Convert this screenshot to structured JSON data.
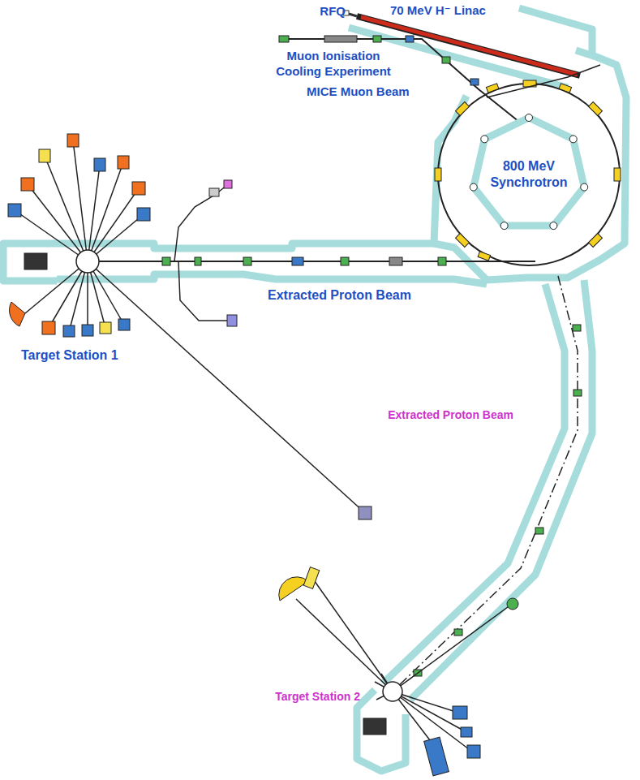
{
  "diagram": {
    "nodes": [
      {
        "text": [
          "800 MeV Synchrotron"
        ]
      }
    ],
    "labels": [
      "RFQ",
      "70 MeV H⁻ Linac",
      "Muon Ionisation Cooling Experiment",
      "MICE Muon Beam",
      "Extracted Proton Beam",
      "Target Station 1",
      "Extracted Proton Beam",
      "Target Station 2"
    ]
  }
}
